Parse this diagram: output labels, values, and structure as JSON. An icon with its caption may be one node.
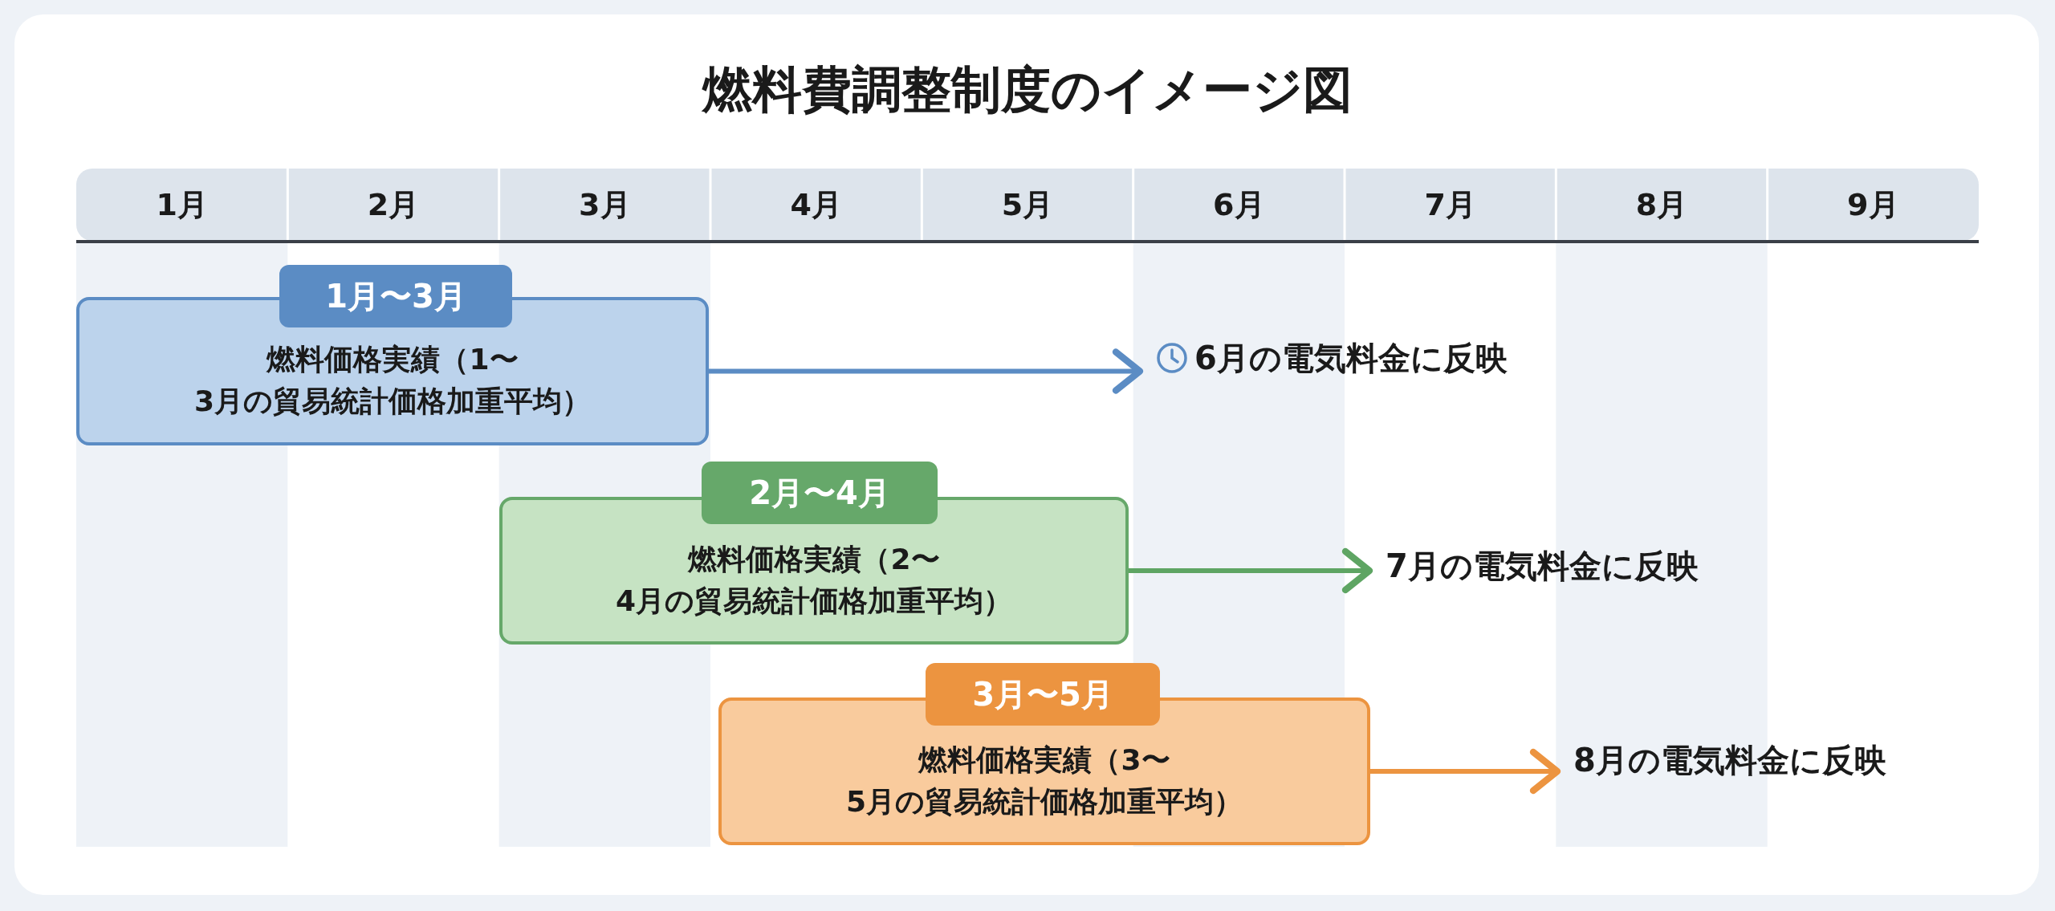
{
  "diagram": {
    "title": "燃料費調整制度のイメージ図",
    "nodes": [
      {
        "text": [
          "1月〜3月",
          "燃料価格実績（1〜3月の貿易統計価格加重平均）"
        ]
      },
      {
        "text": [
          "6月の電気料金に反映"
        ]
      },
      {
        "text": [
          "2月〜4月",
          "燃料価格実績（2〜4月の貿易統計価格加重平均）"
        ]
      },
      {
        "text": [
          "7月の電気料金に反映"
        ]
      },
      {
        "text": [
          "3月〜5月",
          "燃料価格実績（3〜5月の貿易統計価格加重平均）"
        ]
      },
      {
        "text": [
          "8月の電気料金に反映"
        ]
      }
    ],
    "edges": [
      {
        "from": 0,
        "to": 1,
        "arrow": "to",
        "color": "#5b8cc4"
      },
      {
        "from": 2,
        "to": 3,
        "arrow": "to",
        "color": "#5ea563"
      },
      {
        "from": 4,
        "to": 5,
        "arrow": "to",
        "color": "#ec9440"
      }
    ],
    "labels": [
      "1月",
      "2月",
      "3月",
      "4月",
      "5月",
      "6月",
      "7月",
      "8月",
      "9月"
    ]
  }
}
